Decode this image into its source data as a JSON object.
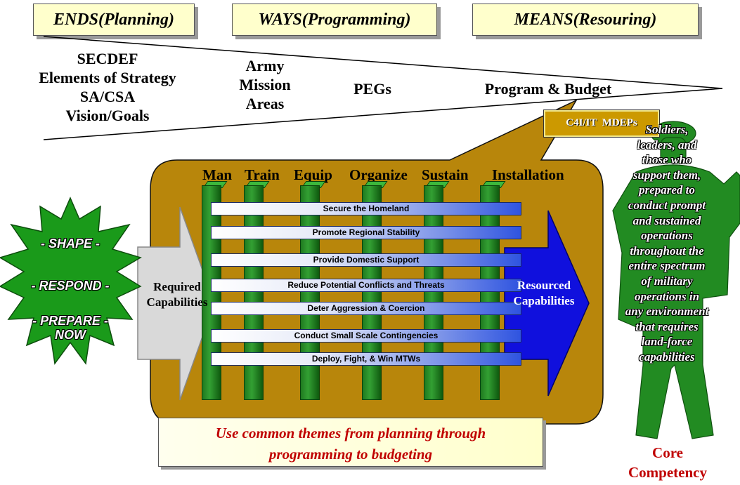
{
  "headers": {
    "ends": "ENDS(Planning)",
    "ways": "WAYS(Programming)",
    "means": "MEANS(Resouring)"
  },
  "funnel": {
    "ends_lines": [
      "SECDEF",
      "Elements of Strategy",
      "SA/CSA",
      "Vision/Goals"
    ],
    "army_lines": [
      "Army",
      "Mission",
      "Areas"
    ],
    "pegs": "PEGs",
    "program_budget": "Program & Budget"
  },
  "mdeps_label": "C4I/IT  MDEPs",
  "columns": [
    "Man",
    "Train",
    "Equip",
    "Organize",
    "Sustain",
    "Installation"
  ],
  "bars": [
    "Secure the Homeland",
    "Promote Regional Stability",
    "Provide Domestic Support",
    "Reduce Potential Conflicts and Threats",
    "Deter Aggression & Coercion",
    "Conduct Small Scale Contingencies",
    "Deploy, Fight, & Win MTWs"
  ],
  "required_capabilities": [
    "Required",
    "Capabilities"
  ],
  "resourced_capabilities": [
    "Resourced",
    "Capabilities"
  ],
  "star": {
    "shape": "- SHAPE -",
    "respond": "- RESPOND -",
    "prepare": "- PREPARE -",
    "now": "NOW"
  },
  "soldier_text": [
    "Soldiers,",
    "leaders, and",
    "those who",
    "support them,",
    "prepared to",
    "conduct prompt",
    "and sustained",
    "operations",
    "throughout the",
    "entire spectrum",
    "of military",
    "operations in",
    "any environment",
    "that requires",
    "land-force",
    "capabilities"
  ],
  "themes_lines": [
    "Use common themes from planning through",
    "programming to budgeting"
  ],
  "core_lines": [
    "Core",
    "Competency"
  ],
  "colors": {
    "header_fill": "#ffffcc",
    "bubble_fill": "#b8860b",
    "pillar_green": "#229922",
    "resourced_blue": "#1010dd",
    "star_green": "#1a9a1a",
    "soldier_green": "#228b22",
    "accent_red": "#c00000"
  }
}
